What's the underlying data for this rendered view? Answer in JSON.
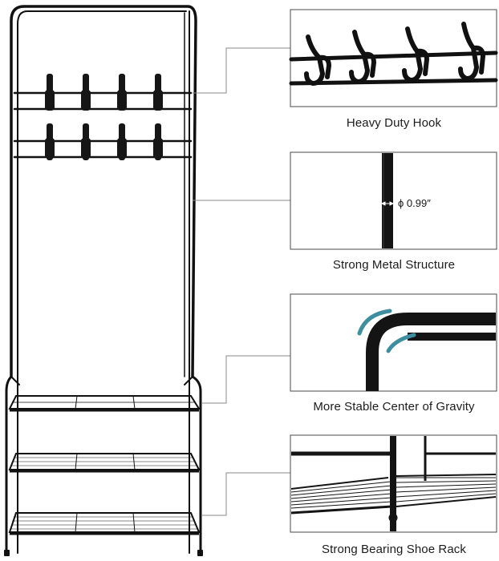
{
  "colors": {
    "frame": "#111111",
    "panel_border": "#4a4a4a",
    "connector": "#8a8a8a",
    "accent_arc": "#3d8fa0",
    "background": "#ffffff"
  },
  "details": [
    {
      "caption": "Heavy Duty Hook",
      "icon": "double-hook-icon"
    },
    {
      "caption": "Strong Metal Structure",
      "icon": "metal-tube-icon",
      "annotation": "ϕ 0.99″"
    },
    {
      "caption": "More Stable Center of Gravity",
      "icon": "curved-corner-icon"
    },
    {
      "caption": "Strong Bearing Shoe Rack",
      "icon": "mesh-shelf-icon"
    }
  ]
}
